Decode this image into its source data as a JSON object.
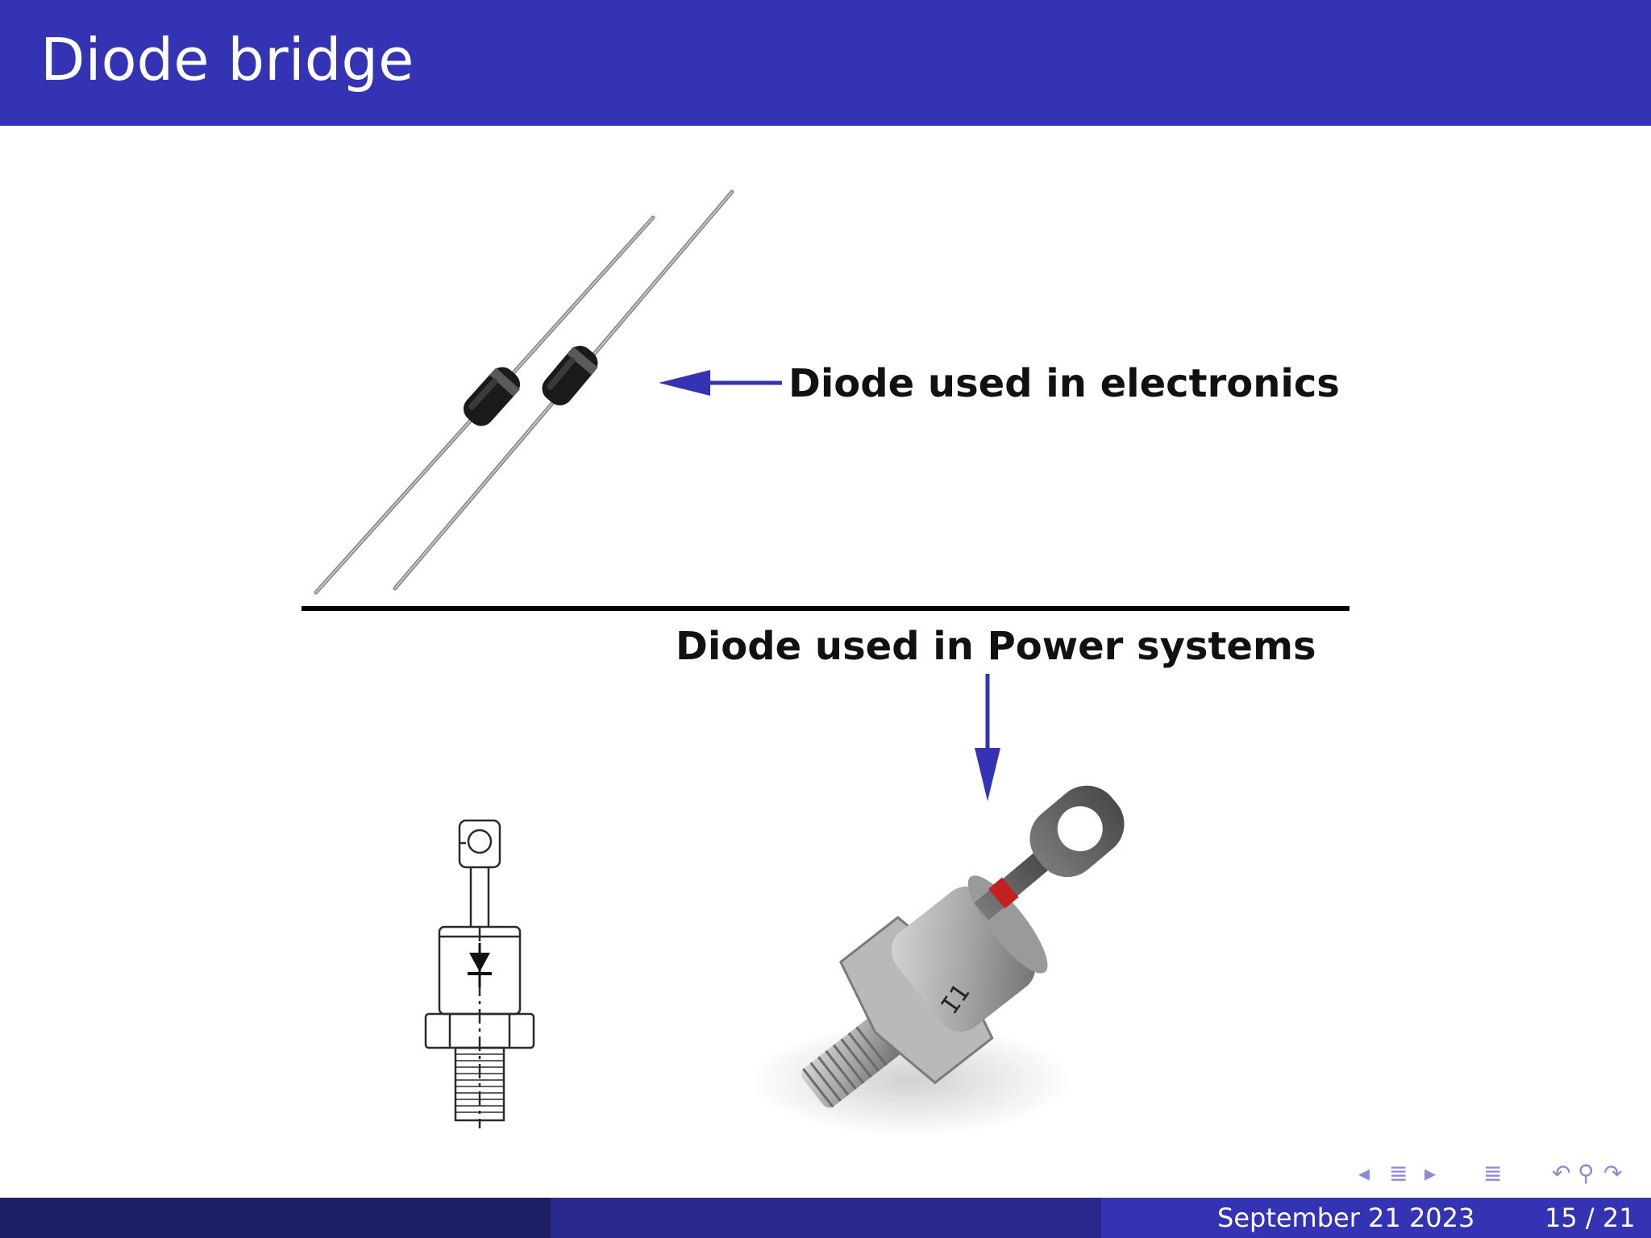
{
  "slide": {
    "title": "Diode bridge",
    "label_electronics": "Diode used in electronics",
    "label_power": "Diode used in Power systems"
  },
  "colors": {
    "header": "#3333b3",
    "arrow": "#3333b3",
    "footer_left": "#1e1e66",
    "footer_mid": "#28288d",
    "footer_right": "#3333b3",
    "nav": "#8a8ad8"
  },
  "footer": {
    "date": "September 21 2023",
    "page": "15 / 21"
  },
  "nav": {
    "prev": "◂",
    "section": "≣",
    "next": "▸",
    "subsection": "≣",
    "back": "↶",
    "search": "⚲",
    "forward": "↷"
  }
}
